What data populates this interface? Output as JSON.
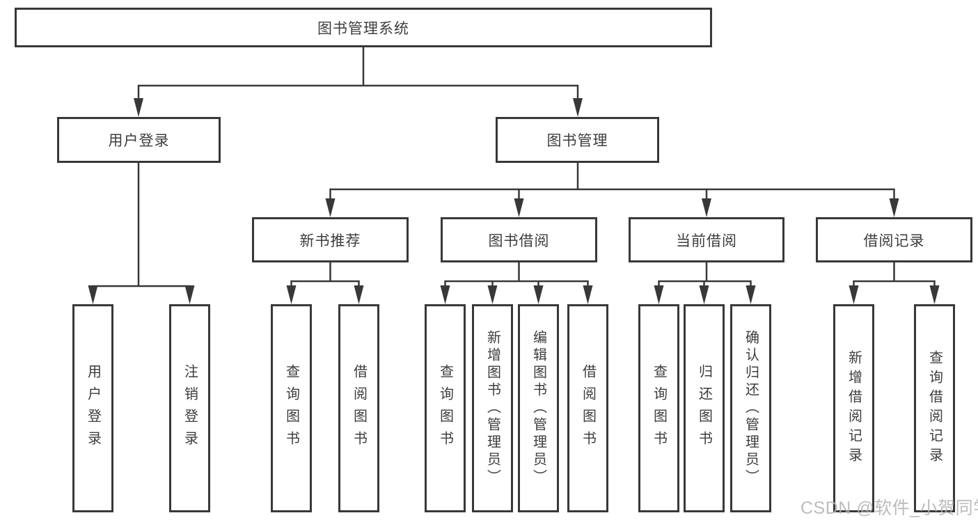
{
  "diagram": {
    "root": {
      "label": "图书管理系统"
    },
    "level2": [
      {
        "label": "用户登录"
      },
      {
        "label": "图书管理"
      }
    ],
    "level3": [
      {
        "label": "新书推荐"
      },
      {
        "label": "图书借阅"
      },
      {
        "label": "当前借阅"
      },
      {
        "label": "借阅记录"
      }
    ],
    "leaves": {
      "user_login": [
        {
          "label": "用户登录"
        },
        {
          "label": "注销登录"
        }
      ],
      "new_book_recommend": [
        {
          "label": "查询图书"
        },
        {
          "label": "借阅图书"
        }
      ],
      "book_borrowing": [
        {
          "label": "查询图书"
        },
        {
          "label": "新增图书（管理员）"
        },
        {
          "label": "编辑图书（管理员）"
        },
        {
          "label": "借阅图书"
        }
      ],
      "current_borrowing": [
        {
          "label": "查询图书"
        },
        {
          "label": "归还图书"
        },
        {
          "label": "确认归还（管理员）"
        }
      ],
      "borrowing_records": [
        {
          "label": "新增借阅记录"
        },
        {
          "label": "查询借阅记录"
        }
      ]
    }
  },
  "watermark": {
    "text": "CSDN @软件_小贺同学"
  },
  "colors": {
    "line": "#383838",
    "text": "#3d3d3d",
    "background": "#ffffff",
    "watermark": "#b3b3b3"
  }
}
